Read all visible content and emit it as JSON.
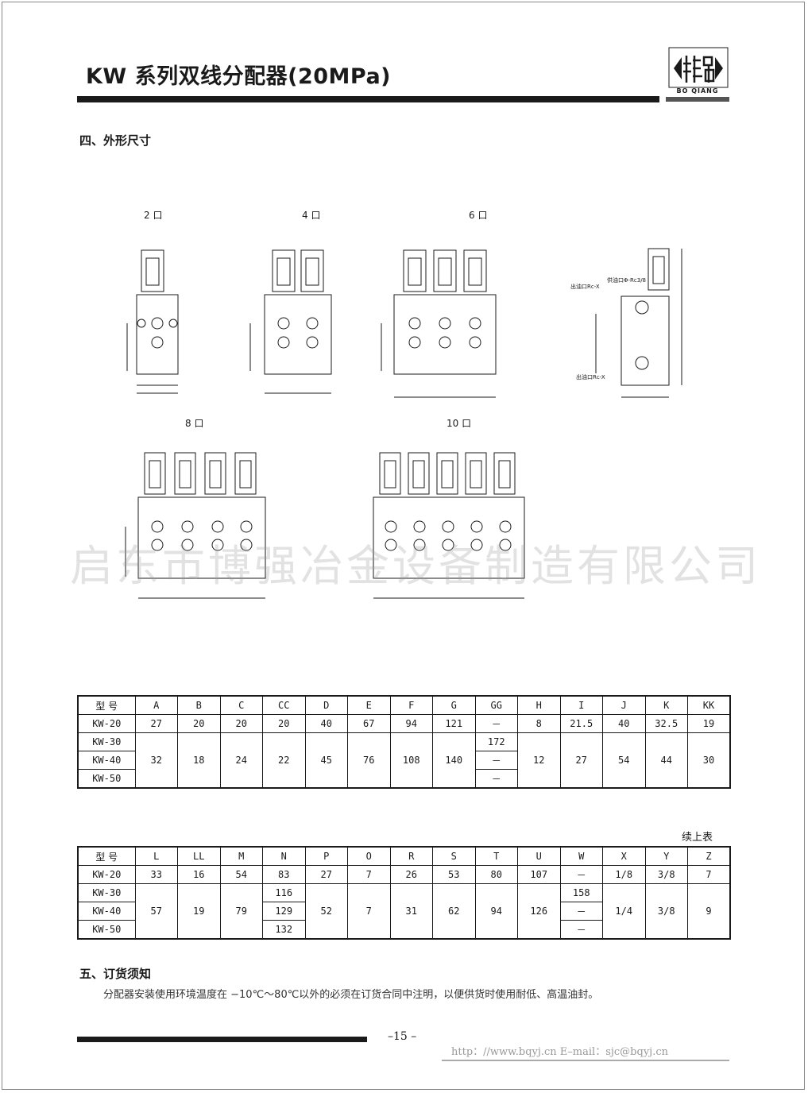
{
  "header": {
    "title": "KW 系列双线分配器(20MPa)",
    "logo_text": "BO QIANG",
    "logo_glyphs": "博强"
  },
  "section_dims": "四、外形尺寸",
  "drawings": {
    "p2": "2 口",
    "p4": "4 口",
    "p6": "6 口",
    "p8": "8 口",
    "p10": "10 口",
    "side_in_top": "出油口Rc-X",
    "side_in_mid": "供油口Φ-Rc3/8",
    "side_in_bot": "出油口Rc-X"
  },
  "table1": {
    "headers": [
      "型 号",
      "A",
      "B",
      "C",
      "CC",
      "D",
      "E",
      "F",
      "G",
      "GG",
      "H",
      "I",
      "J",
      "K",
      "KK"
    ],
    "kw20": [
      "KW-20",
      "27",
      "20",
      "20",
      "20",
      "40",
      "67",
      "94",
      "121",
      "－",
      "8",
      "21.5",
      "40",
      "32.5",
      "19"
    ],
    "kw30": "KW-30",
    "kw40": "KW-40",
    "kw50": "KW-50",
    "shared": [
      "32",
      "18",
      "24",
      "22",
      "45",
      "76",
      "108",
      "140"
    ],
    "gg": [
      "172",
      "－",
      "－"
    ],
    "shared2": [
      "12",
      "27",
      "54",
      "44",
      "30"
    ]
  },
  "continued": "续上表",
  "table2": {
    "headers": [
      "型 号",
      "L",
      "LL",
      "M",
      "N",
      "P",
      "O",
      "R",
      "S",
      "T",
      "U",
      "W",
      "X",
      "Y",
      "Z"
    ],
    "kw20": [
      "KW-20",
      "33",
      "16",
      "54",
      "83",
      "27",
      "7",
      "26",
      "53",
      "80",
      "107",
      "－",
      "1/8",
      "3/8",
      "7"
    ],
    "kw30": "KW-30",
    "kw40": "KW-40",
    "kw50": "KW-50",
    "shared_a": [
      "57",
      "19",
      "79"
    ],
    "n": [
      "116",
      "129",
      "132"
    ],
    "shared_b": [
      "52",
      "7",
      "31",
      "62",
      "94",
      "126"
    ],
    "w": [
      "158",
      "－",
      "－"
    ],
    "shared_c": [
      "1/4",
      "3/8",
      "9"
    ]
  },
  "section_order": "五、订货须知",
  "order_note": "分配器安装使用环境温度在 −10℃～80℃以外的必须在订货合同中注明，以便供货时使用耐低、高温油封。",
  "watermark": "启东市博强冶金设备制造有限公司",
  "footer": {
    "page": "–15 –",
    "url": "http：//www.bqyj.cn   E–mail：sjc@bqyj.cn"
  }
}
